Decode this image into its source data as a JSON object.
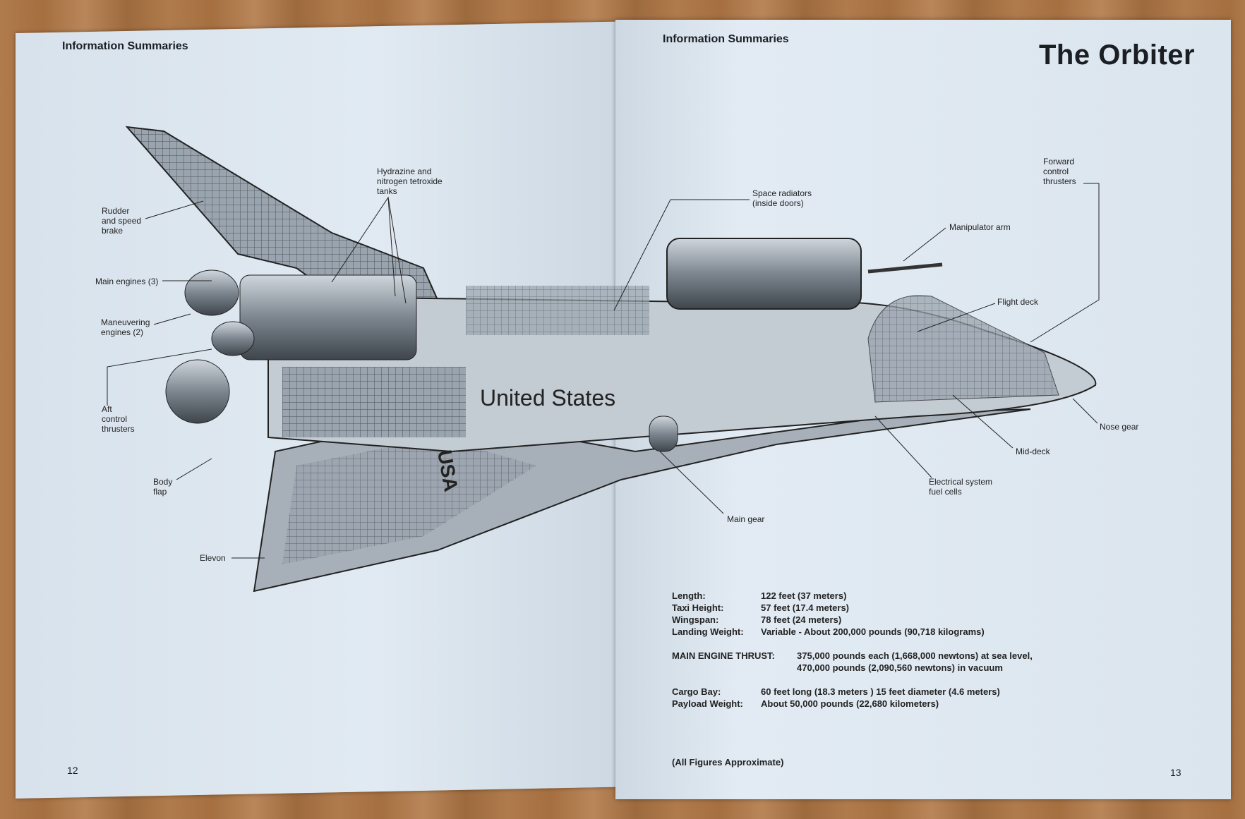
{
  "left_page": {
    "header": "Information Summaries",
    "page_number": "12",
    "labels": {
      "rudder": "Rudder\nand speed\nbrake",
      "main_engines": "Main engines (3)",
      "maneuvering": "Maneuvering\nengines (2)",
      "aft_thrusters": "Aft\ncontrol\nthrusters",
      "body_flap": "Body\nflap",
      "elevon": "Elevon",
      "hydrazine": "Hydrazine and\nnitrogen tetroxide\ntanks"
    }
  },
  "right_page": {
    "header": "Information Summaries",
    "title": "The Orbiter",
    "page_number": "13",
    "labels": {
      "space_radiators": "Space radiators\n(inside doors)",
      "forward_thrusters": "Forward\ncontrol\nthrusters",
      "manipulator_arm": "Manipulator arm",
      "flight_deck": "Flight deck",
      "nose_gear": "Nose gear",
      "mid_deck": "Mid-deck",
      "fuel_cells": "Electrical system\nfuel cells",
      "main_gear": "Main gear"
    },
    "specs": [
      {
        "label": "Length:",
        "value": "122 feet (37 meters)"
      },
      {
        "label": "Taxi Height:",
        "value": "57 feet (17.4 meters)"
      },
      {
        "label": "Wingspan:",
        "value": "78 feet (24 meters)"
      },
      {
        "label": "Landing Weight:",
        "value": "Variable - About 200,000 pounds (90,718 kilograms)"
      }
    ],
    "thrust": {
      "label": "MAIN ENGINE THRUST:",
      "line1": "375,000 pounds each (1,668,000 newtons) at sea  level,",
      "line2": "470,000 pounds (2,090,560 newtons) in vacuum"
    },
    "cargo": [
      {
        "label": "Cargo Bay:",
        "value": "60 feet long (18.3 meters ) 15 feet diameter (4.6 meters)"
      },
      {
        "label": "Payload Weight:",
        "value": "About 50,000 pounds (22,680 kilometers)"
      }
    ],
    "footnote": "(All Figures Approximate)"
  },
  "illustration": {
    "fuselage_text": "United States",
    "wing_text": "USA"
  }
}
